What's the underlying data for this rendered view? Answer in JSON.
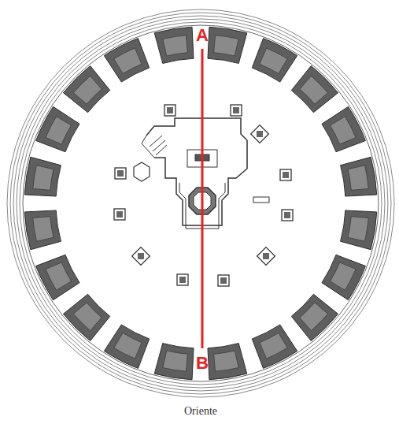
{
  "diagram": {
    "caption": "Oriente",
    "labels": [
      "A",
      "B"
    ]
  }
}
